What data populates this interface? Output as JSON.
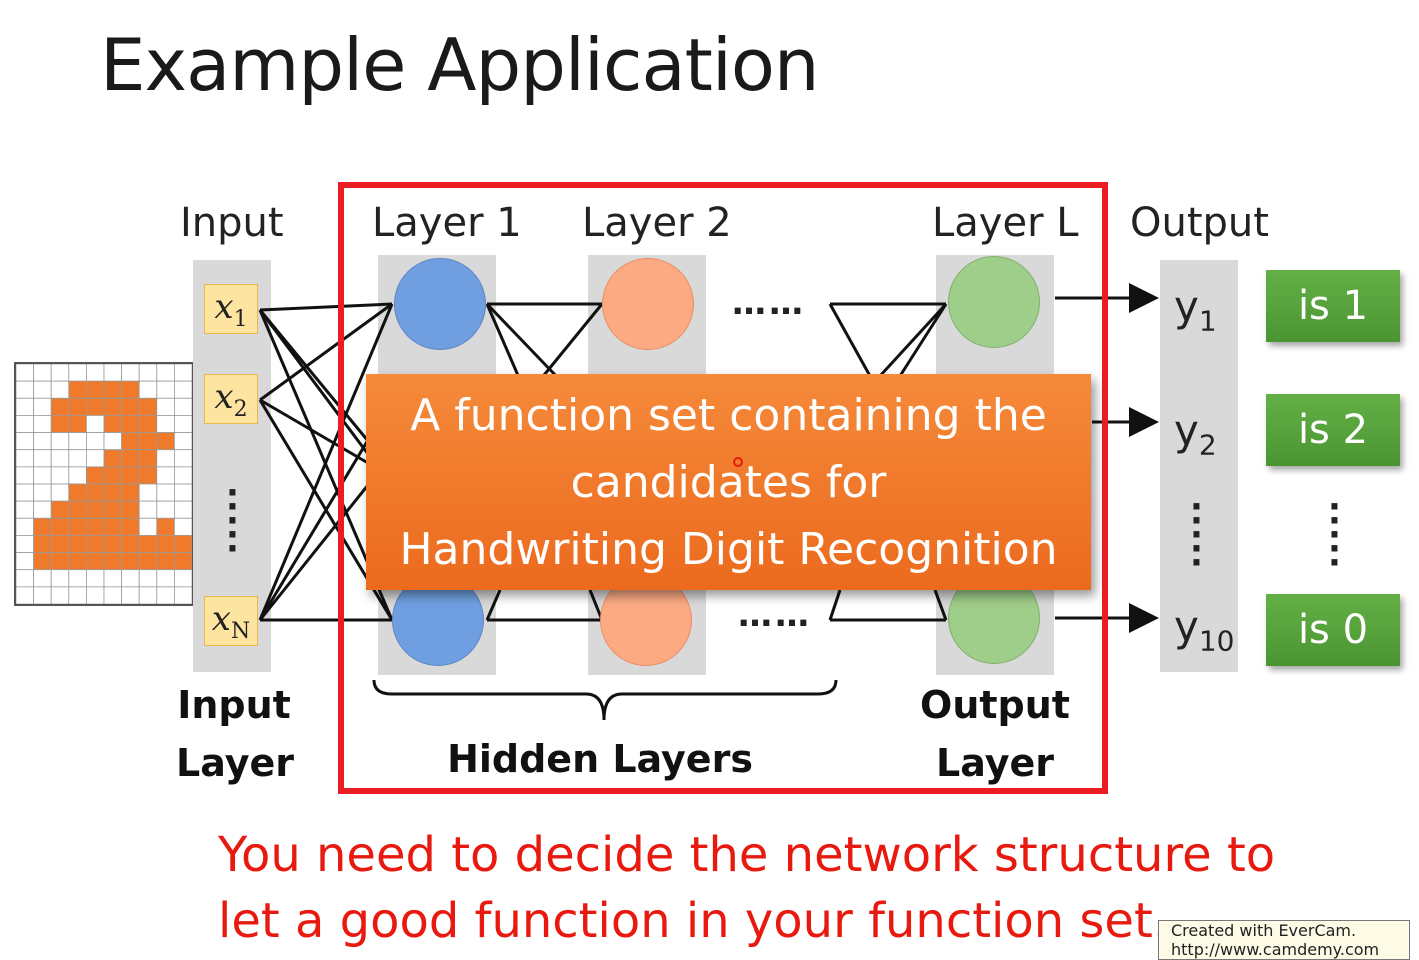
{
  "title": "Example Application",
  "headers": {
    "input": "Input",
    "layer1": "Layer 1",
    "layer2": "Layer 2",
    "layerL": "Layer L",
    "output": "Output"
  },
  "inputs": [
    {
      "var": "x",
      "sub": "1"
    },
    {
      "var": "x",
      "sub": "2"
    },
    {
      "var": "x",
      "sub": "N"
    }
  ],
  "outputs": [
    {
      "var": "y",
      "sub": "1"
    },
    {
      "var": "y",
      "sub": "2"
    },
    {
      "var": "y",
      "sub": "10"
    }
  ],
  "ellipsis": "……",
  "results": [
    "is 1",
    "is 2",
    "is 0"
  ],
  "overlay_lines": [
    "A function set containing the",
    "candidates for",
    "Handwriting Digit Recognition"
  ],
  "labels": {
    "input_layer": [
      "Input",
      "Layer"
    ],
    "hidden_layers": "Hidden Layers",
    "output_layer": [
      "Output",
      "Layer"
    ]
  },
  "bottom_text": [
    "You need to decide the network structure to",
    "let a good function in your function set."
  ],
  "watermark": [
    "Created with EverCam.",
    "http://www.camdemy.com"
  ],
  "colors": {
    "frame": "#ec1c24",
    "overlay": "#f07a2c",
    "bottom_text": "#e8190f",
    "node_blue": "#6f9fe0",
    "node_orange": "#fbaa82",
    "node_green": "#9fcd8a",
    "result_button": "#58a43c",
    "digit_pixel": "#f07a2c"
  },
  "digit_pixels": [
    "..........",
    "...oooo...",
    "..oooooo..",
    "..oo.ooo..",
    "......ooo.",
    ".....ooo..",
    "....oooo..",
    "...oooo...",
    "..ooooo...",
    ".oooooo.o.",
    ".ooooooooo",
    ".ooooooooo",
    "..........",
    ".........."
  ]
}
